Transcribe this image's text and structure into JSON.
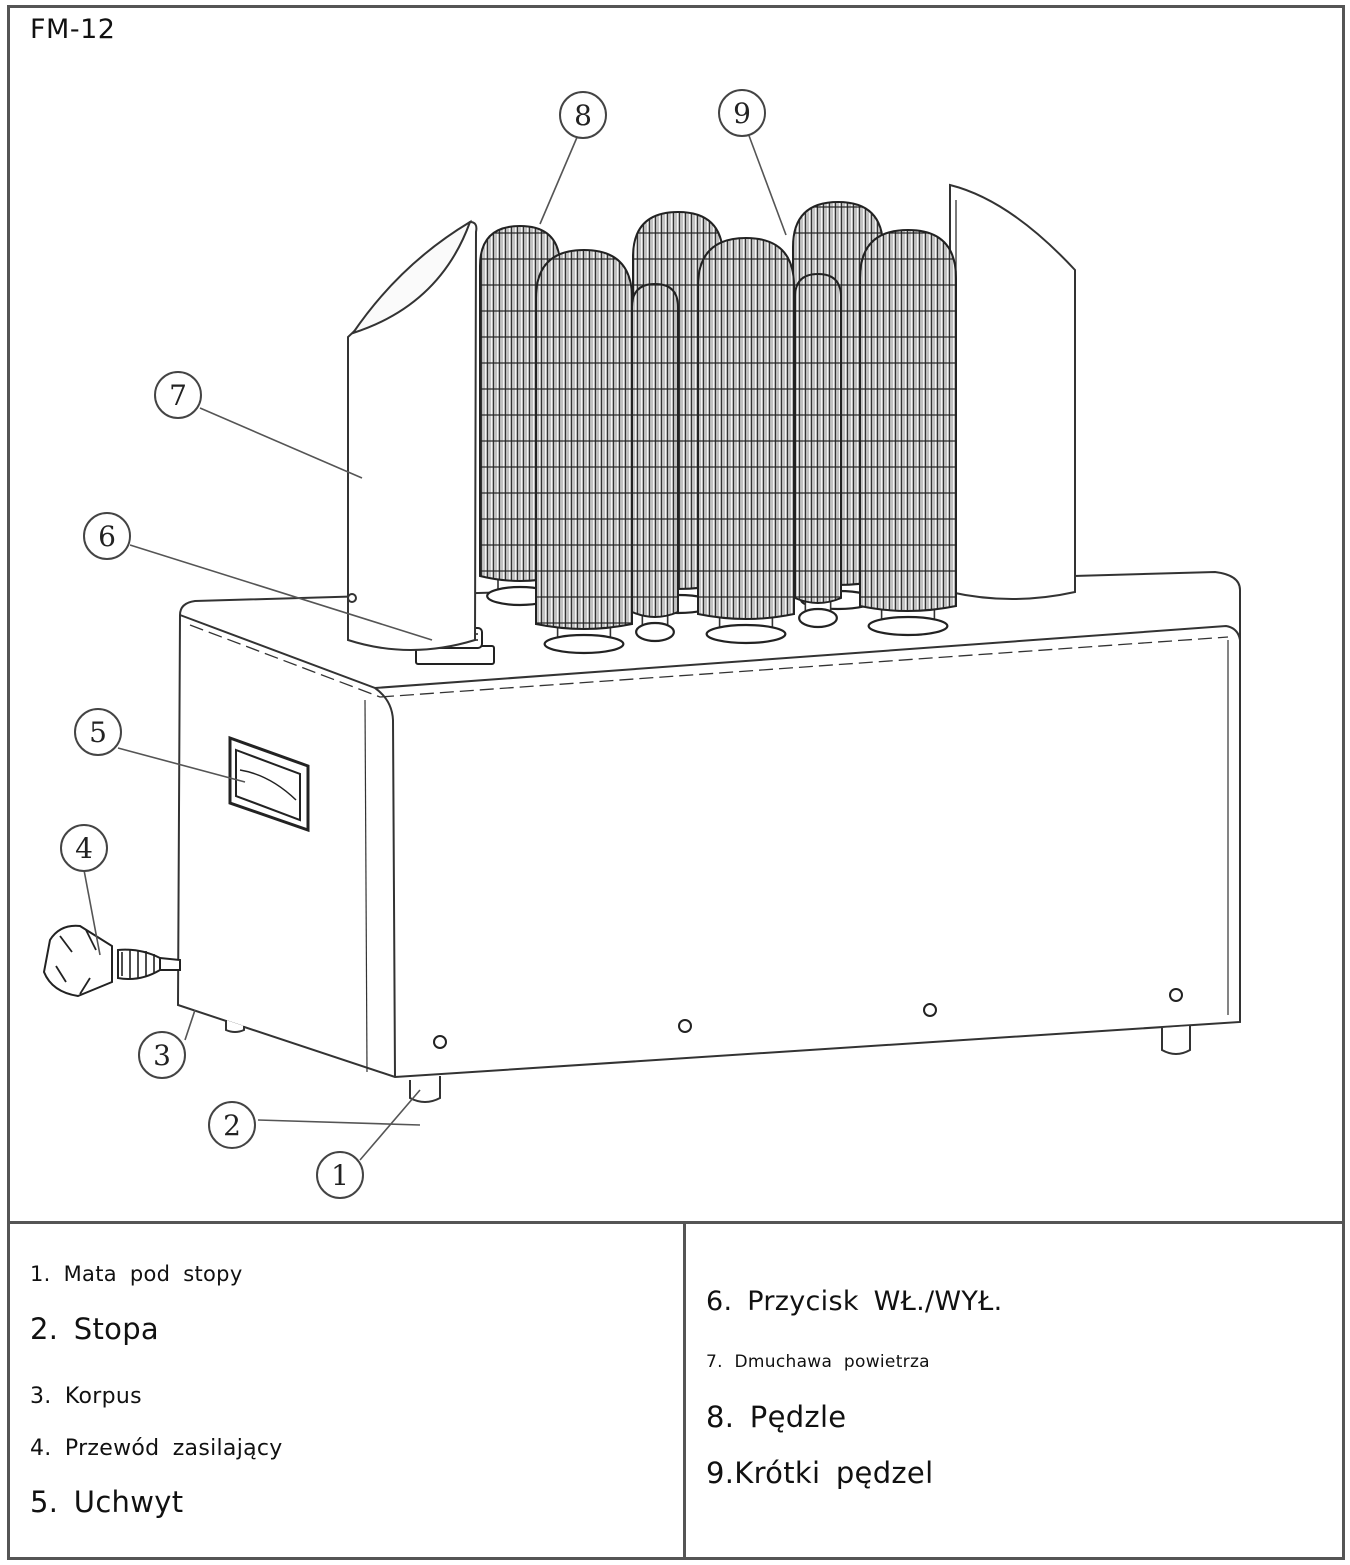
{
  "model": "FM-12",
  "callouts": [
    "1",
    "2",
    "3",
    "4",
    "5",
    "6",
    "7",
    "8",
    "9"
  ],
  "legend": {
    "left": [
      "1. Mata pod stopy",
      "2. Stopa",
      "3. Korpus",
      "4. Przewód zasilający",
      "5. Uchwyt"
    ],
    "right": [
      "6. Przycisk WŁ./WYŁ.",
      "7. Dmuchawa powietrza",
      "8. Pędzle",
      "9.Krótki pędzel"
    ]
  }
}
